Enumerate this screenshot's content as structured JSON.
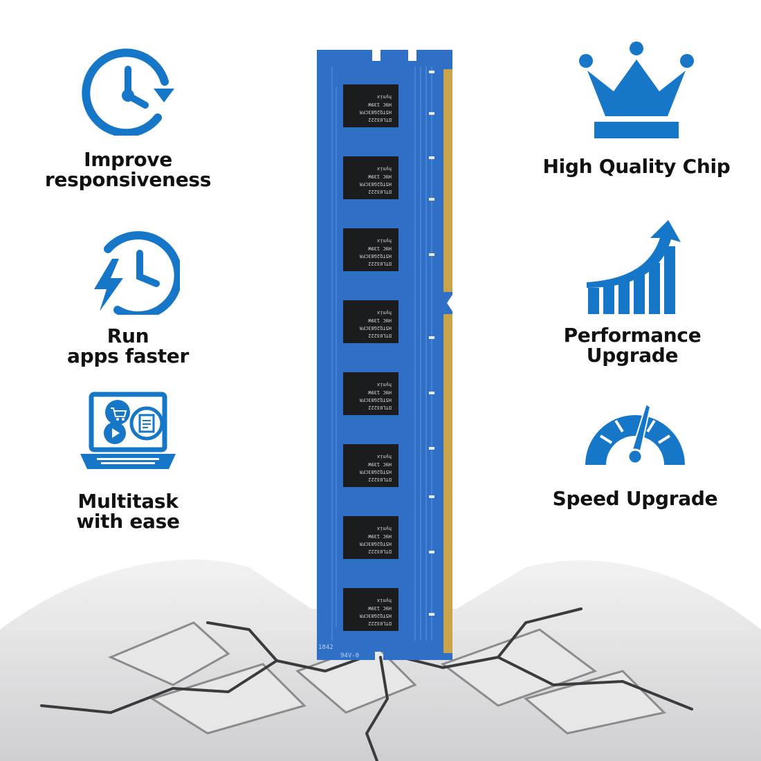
{
  "colors": {
    "accent_blue": "#1677c8",
    "pcb_blue": "#2f6fc6",
    "chip_black": "#1b1c1f",
    "gold_pins": "#c9a44a",
    "text": "#111111",
    "rock_gray": "#b9b9bb"
  },
  "features_left": [
    {
      "icon": "clock-refresh-icon",
      "lines": [
        "Improve",
        "responsiveness"
      ]
    },
    {
      "icon": "clock-lightning-icon",
      "lines": [
        "Run",
        "apps faster"
      ]
    },
    {
      "icon": "laptop-multitask-icon",
      "lines": [
        "Multitask",
        "with ease"
      ]
    }
  ],
  "features_right": [
    {
      "icon": "crown-icon",
      "lines": [
        "High Quality Chip"
      ]
    },
    {
      "icon": "rising-bars-arrow-icon",
      "lines": [
        "Performance",
        "Upgrade"
      ]
    },
    {
      "icon": "speedometer-icon",
      "lines": [
        "Speed Upgrade"
      ]
    }
  ],
  "ram_module": {
    "chip_label_lines": [
      "DTL03222",
      "H5TQ2G83CFR",
      "H9C  139W",
      "hynix"
    ],
    "chip_count": 8,
    "pcb_markings": [
      "1842",
      "94V-0"
    ]
  }
}
